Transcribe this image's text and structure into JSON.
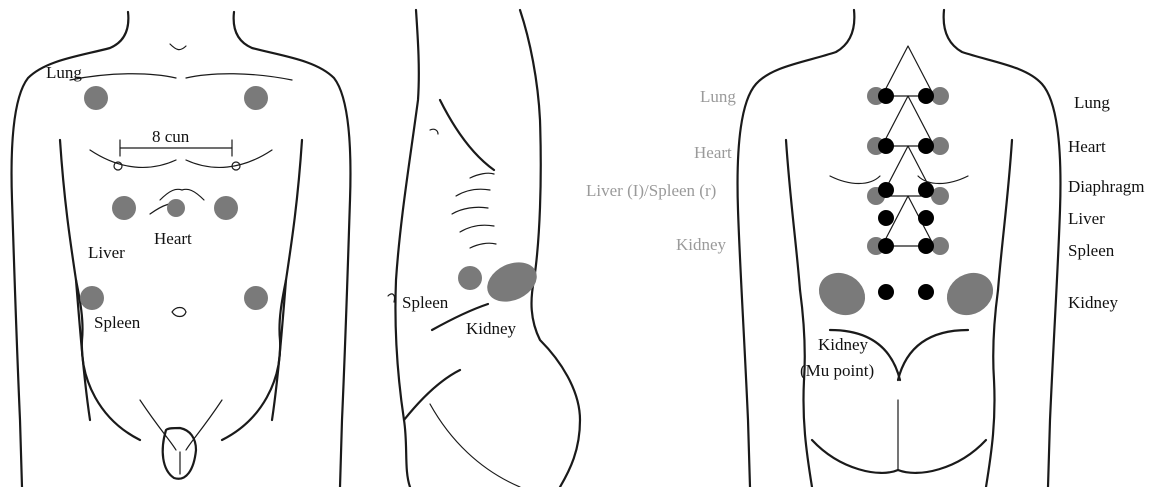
{
  "colors": {
    "grey_point": "#7a7a7a",
    "black_point": "#000000",
    "label_grey": "#9a9a9a",
    "label_dark": "#111111"
  },
  "front": {
    "lung": "Lung",
    "measure": "8 cun",
    "heart": "Heart",
    "liver": "Liver",
    "spleen": "Spleen"
  },
  "side": {
    "spleen": "Spleen",
    "kidney": "Kidney"
  },
  "back": {
    "left_labels": {
      "lung": "Lung",
      "heart": "Heart",
      "liver_spleen": "Liver (I)/Spleen (r)",
      "kidney": "Kidney"
    },
    "right_labels": {
      "lung": "Lung",
      "heart": "Heart",
      "diaphragm": "Diaphragm",
      "liver": "Liver",
      "spleen": "Spleen",
      "kidney": "Kidney"
    },
    "mu_point_line1": "Kidney",
    "mu_point_line2": "(Mu point)"
  }
}
